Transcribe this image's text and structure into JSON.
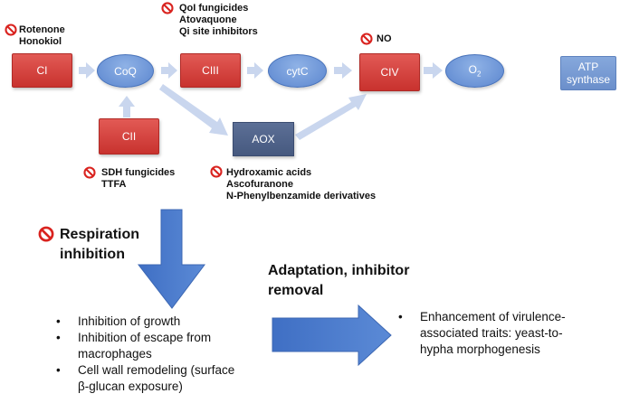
{
  "nodes": {
    "ci": "CI",
    "coq": "CoQ",
    "ciii": "CIII",
    "cytc": "cytC",
    "civ": "CIV",
    "o2_main": "O",
    "o2_sub": "2",
    "atp_line1": "ATP",
    "atp_line2": "synthase",
    "cii": "CII",
    "aox": "AOX"
  },
  "inhibitors": {
    "ci": [
      "Rotenone",
      "Honokiol"
    ],
    "ciii": [
      "QoI fungicides",
      "Atovaquone",
      "Qi site inhibitors"
    ],
    "civ": [
      "NO"
    ],
    "cii": [
      "SDH fungicides",
      "TTFA"
    ],
    "aox": [
      "Hydroxamic acids",
      "Ascofuranone",
      "N-Phenylbenzamide derivatives"
    ]
  },
  "respiration": {
    "title_line1": "Respiration",
    "title_line2": "inhibition",
    "effects": [
      [
        "Inhibition of growth"
      ],
      [
        "Inhibition of escape from",
        "macrophages"
      ],
      [
        "Cell wall remodeling (surface",
        "β-glucan exposure)"
      ]
    ]
  },
  "adaptation": {
    "title_line1": "Adaptation, inhibitor",
    "title_line2": "removal",
    "effects": [
      [
        "Enhancement of virulence-",
        "associated traits: yeast-to-",
        "hypha morphogenesis"
      ]
    ]
  },
  "colors": {
    "complex_red": "#d6423e",
    "carrier_blue": "#6f97d9",
    "aox_slate": "#52658a",
    "arrow_light": "#c9d6ee",
    "arrow_big": "#4f7fd0",
    "no_red": "#d9231f"
  },
  "icons": {
    "prohibition": "no-entry-icon"
  }
}
